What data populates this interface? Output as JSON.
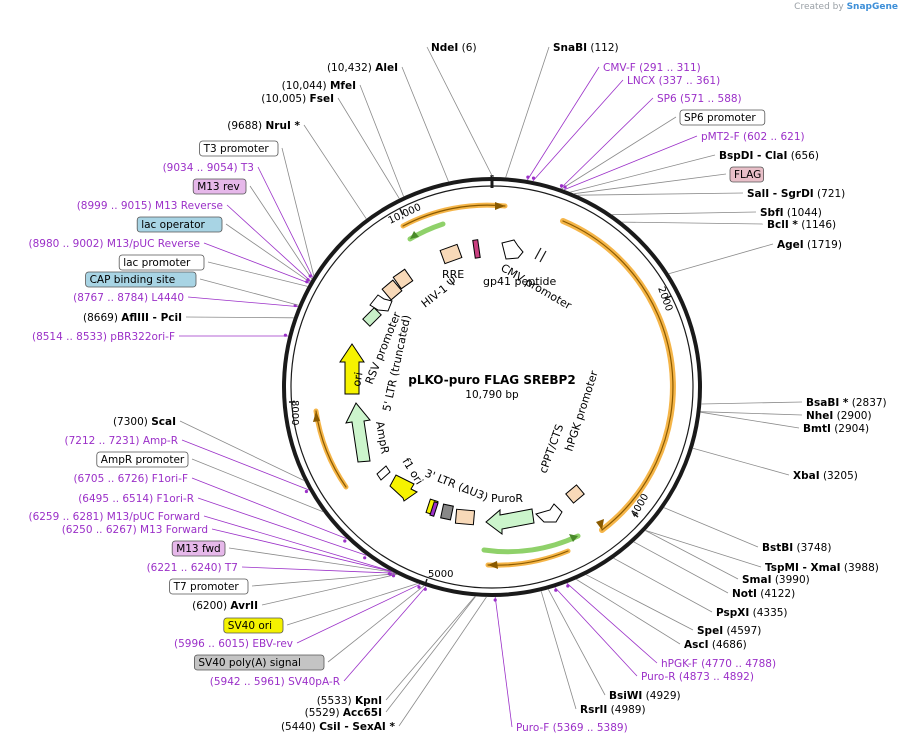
{
  "credit": {
    "prefix": "Created by",
    "brand": "SnapGene"
  },
  "plasmid": {
    "name": "pLKO-puro FLAG SREBP2",
    "size": "10,790 bp",
    "total_bp": 10790
  },
  "colors": {
    "enzyme": "#000000",
    "primer": "#9b30c8",
    "line": "#8a8a8a",
    "backbone": "#1a1a1a"
  },
  "ticks": [
    "2000",
    "4000",
    "5000",
    "8000",
    "10,000"
  ],
  "sites": [
    {
      "pos": "(6)",
      "name": "NdeI",
      "type": "enzyme"
    },
    {
      "pos": "(112)",
      "name": "SnaBI",
      "type": "enzyme"
    },
    {
      "name": "CMV-F",
      "pos": "(291 .. 311)",
      "type": "primer"
    },
    {
      "name": "LNCX",
      "pos": "(337 .. 361)",
      "type": "primer"
    },
    {
      "name": "SP6",
      "pos": "(571 .. 588)",
      "type": "primer"
    },
    {
      "name": "SP6 promoter",
      "type": "box",
      "fill": "#ffffff"
    },
    {
      "name": "pMT2-F",
      "pos": "(602 .. 621)",
      "type": "primer"
    },
    {
      "name": "BspDI - ClaI",
      "pos": "(656)",
      "type": "enzyme"
    },
    {
      "name": "FLAG",
      "type": "box",
      "fill": "#e8bfc8"
    },
    {
      "name": "SalI - SgrDI",
      "pos": "(721)",
      "type": "enzyme"
    },
    {
      "name": "SbfI",
      "pos": "(1044)",
      "type": "enzyme"
    },
    {
      "name": "BclI *",
      "pos": "(1146)",
      "type": "enzyme"
    },
    {
      "name": "AgeI",
      "pos": "(1719)",
      "type": "enzyme"
    },
    {
      "name": "BsaBI *",
      "pos": "(2837)",
      "type": "enzyme"
    },
    {
      "name": "NheI",
      "pos": "(2900)",
      "type": "enzyme"
    },
    {
      "name": "BmtI",
      "pos": "(2904)",
      "type": "enzyme"
    },
    {
      "name": "XbaI",
      "pos": "(3205)",
      "type": "enzyme"
    },
    {
      "name": "BstBI",
      "pos": "(3748)",
      "type": "enzyme"
    },
    {
      "name": "TspMI - XmaI",
      "pos": "(3988)",
      "type": "enzyme"
    },
    {
      "name": "SmaI",
      "pos": "(3990)",
      "type": "enzyme"
    },
    {
      "name": "NotI",
      "pos": "(4122)",
      "type": "enzyme"
    },
    {
      "name": "PspXI",
      "pos": "(4335)",
      "type": "enzyme"
    },
    {
      "name": "SpeI",
      "pos": "(4597)",
      "type": "enzyme"
    },
    {
      "name": "AscI",
      "pos": "(4686)",
      "type": "enzyme"
    },
    {
      "name": "hPGK-F",
      "pos": "(4770 .. 4788)",
      "type": "primer"
    },
    {
      "name": "Puro-R",
      "pos": "(4873 .. 4892)",
      "type": "primer"
    },
    {
      "name": "BsiWI",
      "pos": "(4929)",
      "type": "enzyme"
    },
    {
      "name": "RsrII",
      "pos": "(4989)",
      "type": "enzyme"
    },
    {
      "name": "Puro-F",
      "pos": "(5369 .. 5389)",
      "type": "primer"
    },
    {
      "pos": "(5440)",
      "name": "CsiI - SexAI *",
      "type": "enzyme"
    },
    {
      "pos": "(5529)",
      "name": "Acc65I",
      "type": "enzyme"
    },
    {
      "pos": "(5533)",
      "name": "KpnI",
      "type": "enzyme"
    },
    {
      "pos": "(5942 .. 5961)",
      "name": "SV40pA-R",
      "type": "primer"
    },
    {
      "name": "SV40 poly(A) signal",
      "type": "box",
      "fill": "#c4c4c4"
    },
    {
      "pos": "(5996 .. 6015)",
      "name": "EBV-rev",
      "type": "primer"
    },
    {
      "name": "SV40 ori",
      "type": "box",
      "fill": "#f4f200"
    },
    {
      "pos": "(6200)",
      "name": "AvrII",
      "type": "enzyme"
    },
    {
      "name": "T7 promoter",
      "type": "box",
      "fill": "#ffffff"
    },
    {
      "pos": "(6221 .. 6240)",
      "name": "T7",
      "type": "primer"
    },
    {
      "name": "M13 fwd",
      "type": "box",
      "fill": "#e6b8ea"
    },
    {
      "pos": "(6250 .. 6267)",
      "name": "M13 Forward",
      "type": "primer"
    },
    {
      "pos": "(6259 .. 6281)",
      "name": "M13/pUC Forward",
      "type": "primer"
    },
    {
      "pos": "(6495 .. 6514)",
      "name": "F1ori-R",
      "type": "primer"
    },
    {
      "pos": "(6705 .. 6726)",
      "name": "F1ori-F",
      "type": "primer"
    },
    {
      "name": "AmpR promoter",
      "type": "box",
      "fill": "#ffffff"
    },
    {
      "pos": "(7212 .. 7231)",
      "name": "Amp-R",
      "type": "primer"
    },
    {
      "pos": "(7300)",
      "name": "ScaI",
      "type": "enzyme"
    },
    {
      "pos": "(8514 .. 8533)",
      "name": "pBR322ori-F",
      "type": "primer"
    },
    {
      "pos": "(8669)",
      "name": "AflIII - PciI",
      "type": "enzyme"
    },
    {
      "pos": "(8767 .. 8784)",
      "name": "L4440",
      "type": "primer"
    },
    {
      "name": "CAP binding site",
      "type": "box",
      "fill": "#a8d4e4"
    },
    {
      "name": "lac promoter",
      "type": "box",
      "fill": "#ffffff"
    },
    {
      "pos": "(8980 .. 9002)",
      "name": "M13/pUC Reverse",
      "type": "primer"
    },
    {
      "name": "lac operator",
      "type": "box",
      "fill": "#a8d4e4"
    },
    {
      "pos": "(8999 .. 9015)",
      "name": "M13 Reverse",
      "type": "primer"
    },
    {
      "name": "M13 rev",
      "type": "box",
      "fill": "#e6b8ea"
    },
    {
      "pos": "(9034 .. 9054)",
      "name": "T3",
      "type": "primer"
    },
    {
      "name": "T3 promoter",
      "type": "box",
      "fill": "#ffffff"
    },
    {
      "pos": "(9688)",
      "name": "NruI *",
      "type": "enzyme"
    },
    {
      "pos": "(10,005)",
      "name": "FseI",
      "type": "enzyme"
    },
    {
      "pos": "(10,044)",
      "name": "MfeI",
      "type": "enzyme"
    },
    {
      "pos": "(10,432)",
      "name": "AleI",
      "type": "enzyme"
    }
  ],
  "features": [
    {
      "name": "CMV promoter",
      "color": "#ffffff"
    },
    {
      "name": "gp41 peptide",
      "color": "#c94080"
    },
    {
      "name": "RRE",
      "color": "#f8d9b8"
    },
    {
      "name": "HIV-1 Ψ",
      "color": "#f8d9b8"
    },
    {
      "name": "RSV promoter",
      "color": "#ffffff"
    },
    {
      "name": "5' LTR (truncated)",
      "color": "#e0e0e0"
    },
    {
      "name": "ori",
      "color": "#f6f300"
    },
    {
      "name": "AmpR",
      "color": "#ccf5cc"
    },
    {
      "name": "f1 ori",
      "color": "#f6f300"
    },
    {
      "name": "3' LTR (ΔU3)",
      "color": "#f8d9b8"
    },
    {
      "name": "PuroR",
      "color": "#ccf5cc"
    },
    {
      "name": "cPPT/CTS",
      "color": "#f8d9b8"
    },
    {
      "name": "hPGK promoter",
      "color": "#ffffff"
    }
  ]
}
